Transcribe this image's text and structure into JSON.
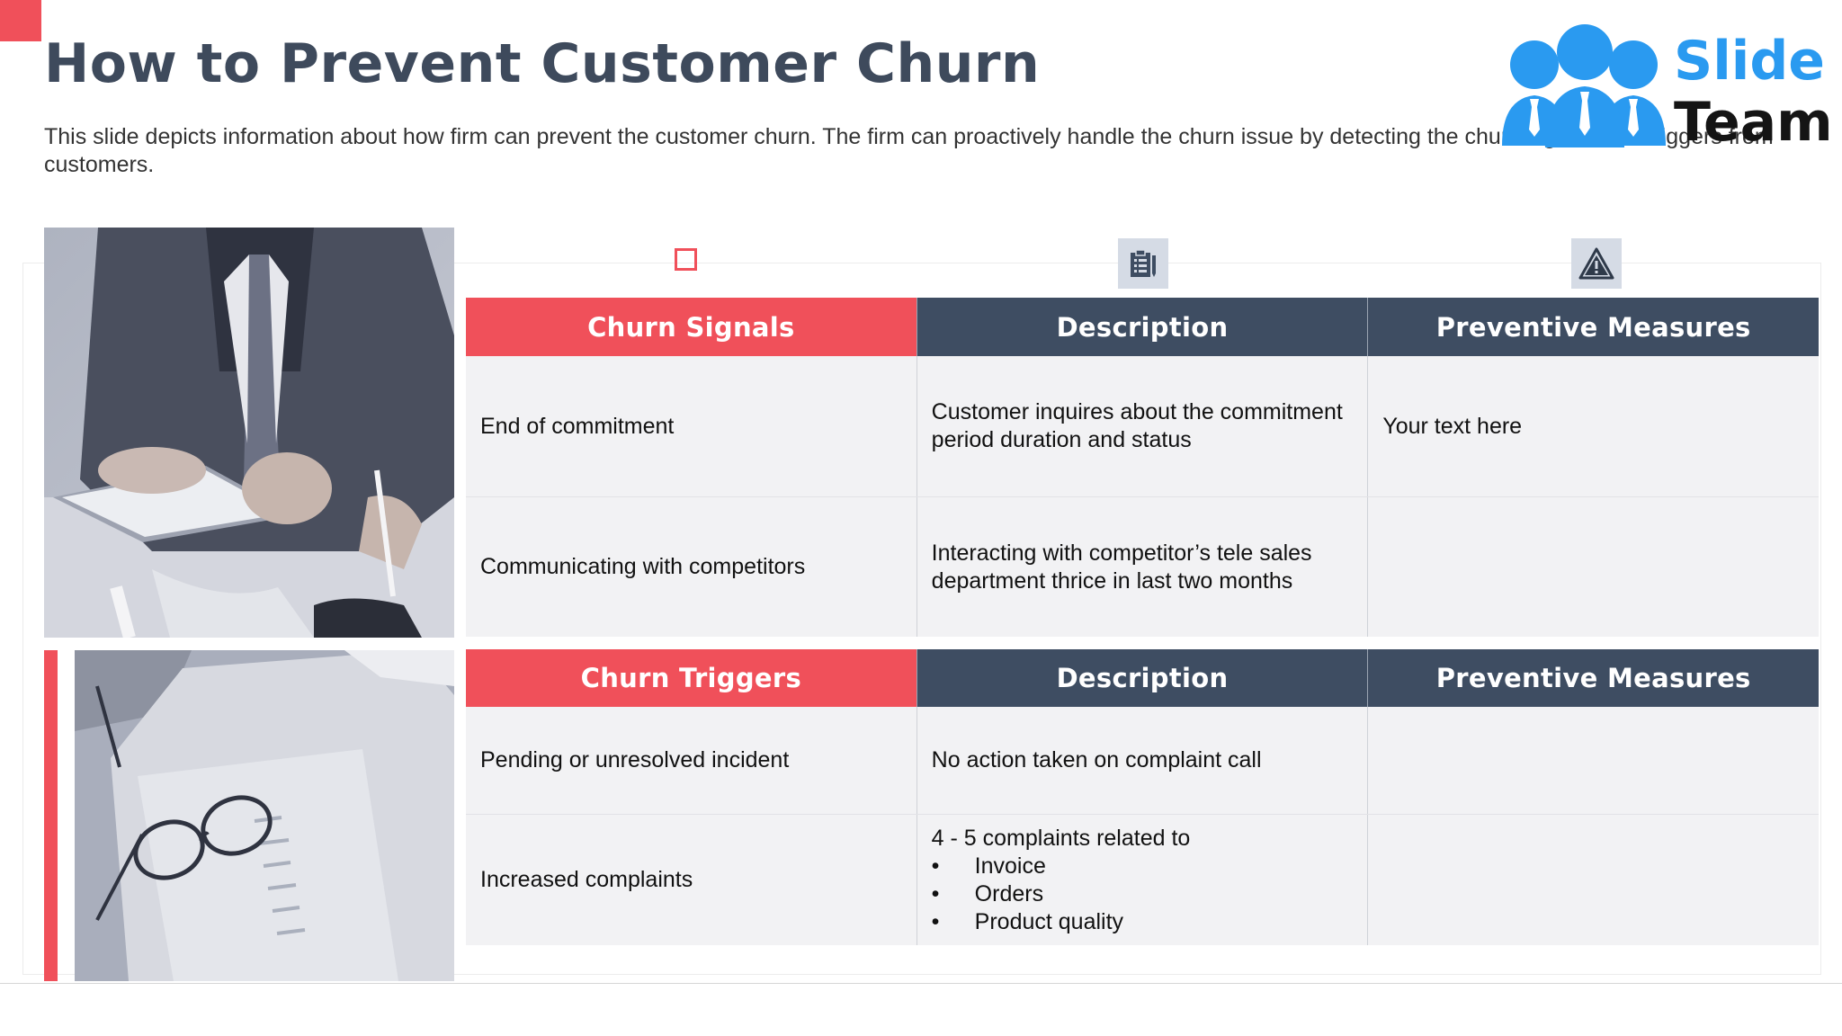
{
  "header": {
    "title": "How to Prevent Customer Churn",
    "subtitle": "This slide depicts information about how firm can prevent the customer churn. The firm can proactively handle the churn issue by detecting the churn signals and triggers from customers."
  },
  "logo": {
    "line1": "Slide",
    "line2": "Team",
    "color": "#2a9af0"
  },
  "colors": {
    "accent": "#f0505a",
    "navy": "#3e4d62",
    "row_bg": "#f2f2f4"
  },
  "column_icons": [
    "square-outline-icon",
    "clipboard-list-icon",
    "warning-triangle-icon"
  ],
  "signals_table": {
    "headers": [
      "Churn Signals",
      "Description",
      "Preventive Measures"
    ],
    "rows": [
      {
        "signal": "End of commitment",
        "description": "Customer inquires about the commitment period duration and status",
        "measure": "Your text here"
      },
      {
        "signal": "Communicating with competitors",
        "description": "Interacting with competitor’s tele sales department thrice in last two months",
        "measure": ""
      }
    ]
  },
  "triggers_table": {
    "headers": [
      "Churn Triggers",
      "Description",
      "Preventive Measures"
    ],
    "rows": [
      {
        "trigger": "Pending or unresolved incident",
        "description": "No action taken on complaint call",
        "measure": ""
      },
      {
        "trigger": "Increased complaints",
        "description": "4 - 5 complaints related to",
        "bullet_char": "•",
        "bullets": [
          "Invoice",
          "Orders",
          "Product quality"
        ],
        "measure": ""
      }
    ]
  }
}
